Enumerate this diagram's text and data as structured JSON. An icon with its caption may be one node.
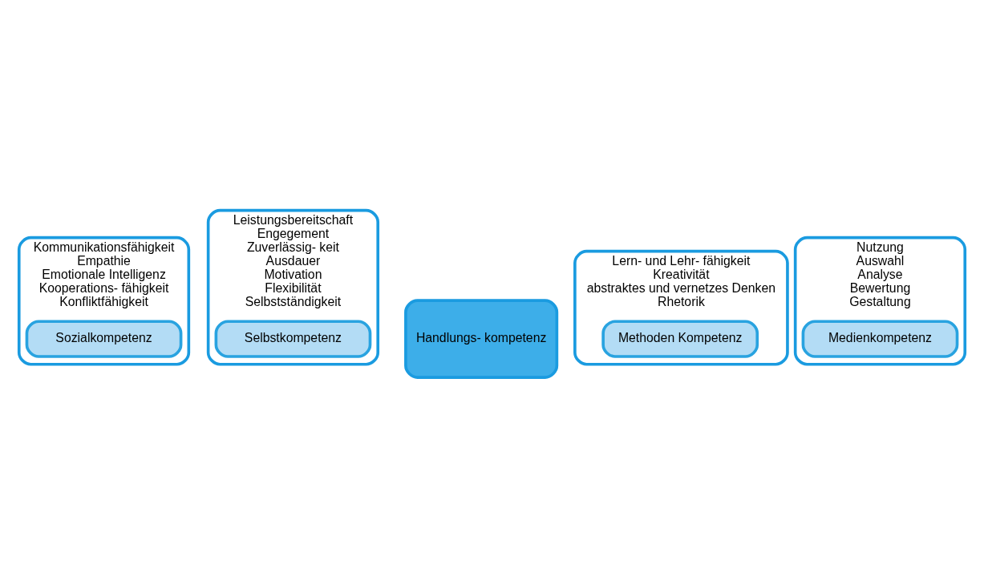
{
  "diagram": {
    "nodes": [
      {
        "text": [
          "Kommunikationsfähigkeit",
          "Empathie",
          "Emotionale Intelligenz",
          "Kooperations- fähigkeit",
          "Konfliktfähigkeit"
        ]
      },
      {
        "text": [
          "Sozialkompetenz"
        ],
        "in": 0
      },
      {
        "text": [
          "Leistungsbereitschaft",
          "Engegement",
          "Zuverlässig- keit",
          "Ausdauer",
          "Motivation",
          "Flexibilität",
          "Selbstständigkeit"
        ]
      },
      {
        "text": [
          "Selbstkompetenz"
        ],
        "in": 2
      },
      {
        "text": [
          "Handlungs- kompetenz"
        ]
      },
      {
        "text": [
          "Lern- und Lehr- fähigkeit",
          "Kreativität",
          "abstraktes und vernetzes Denken",
          "Rhetorik"
        ]
      },
      {
        "text": [
          "Methoden Kompetenz"
        ],
        "in": 5
      },
      {
        "text": [
          "Nutzung",
          "Auswahl",
          "Analyse",
          "Bewertung",
          "Gestaltung"
        ]
      },
      {
        "text": [
          "Medienkompetenz"
        ],
        "in": 7
      }
    ]
  }
}
